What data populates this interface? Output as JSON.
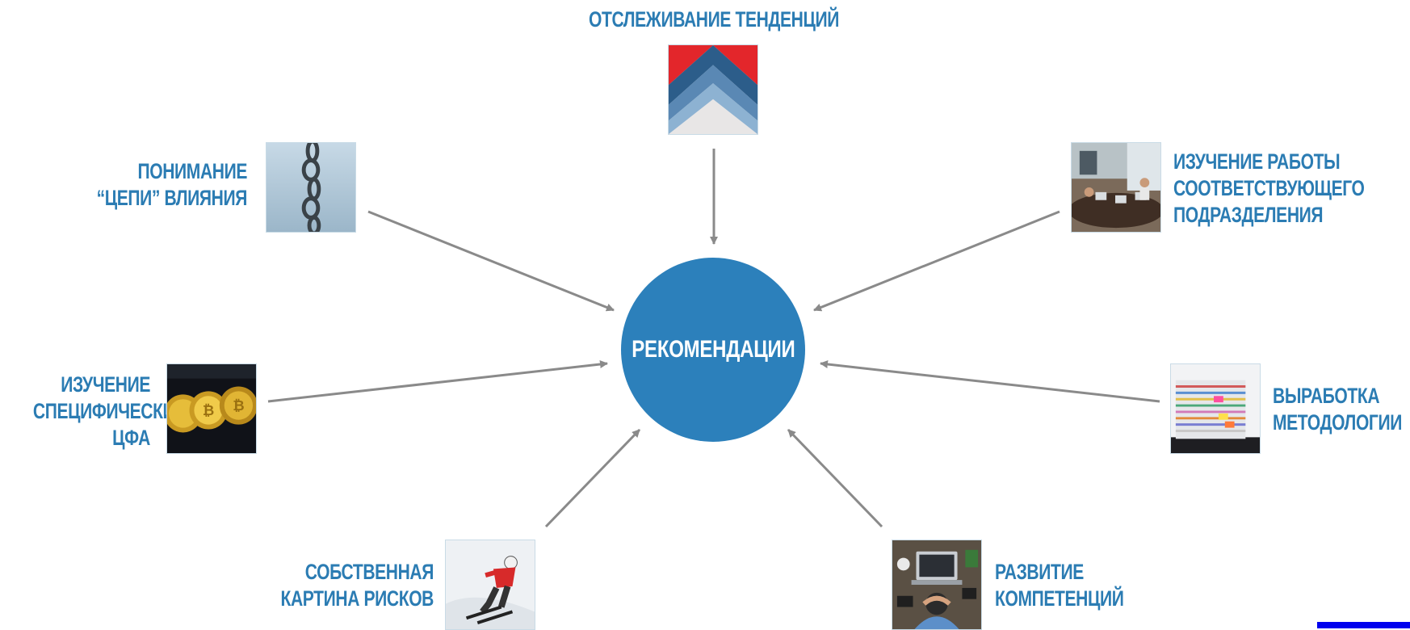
{
  "center": {
    "label": "РЕКОМЕНДАЦИИ"
  },
  "nodes": {
    "trends": {
      "lines": [
        "ОТСЛЕЖИВАНИЕ ТЕНДЕНЦИЙ"
      ],
      "image": "folded-paper-photo"
    },
    "chain": {
      "lines": [
        "ПОНИМАНИЕ",
        "“ЦЕПИ” ВЛИЯНИЯ"
      ],
      "image": "chain-photo"
    },
    "department": {
      "lines": [
        "ИЗУЧЕНИЕ РАБОТЫ",
        "СООТВЕТСТВУЮЩЕГО",
        "ПОДРАЗДЕЛЕНИЯ"
      ],
      "image": "office-meeting-photo"
    },
    "dfa": {
      "lines": [
        "ИЗУЧЕНИЕ",
        "СПЕЦИФИЧЕСКИХ",
        "ЦФА"
      ],
      "image": "bitcoin-coins-photo"
    },
    "methodology": {
      "lines": [
        "ВЫРАБОТКА",
        "МЕТОДОЛОГИИ"
      ],
      "image": "stacked-magazines-photo"
    },
    "risks": {
      "lines": [
        "СОБСТВЕННАЯ",
        "КАРТИНА РИСКОВ"
      ],
      "image": "skier-photo"
    },
    "competencies": {
      "lines": [
        "РАЗВИТИЕ",
        "КОМПЕТЕНЦИЙ"
      ],
      "image": "person-at-laptop-photo"
    }
  },
  "colors": {
    "label": "#2b7cb3",
    "circle": "#2c80bb",
    "arrow": "#8a8a8a",
    "corner_block": "#0000ee"
  }
}
